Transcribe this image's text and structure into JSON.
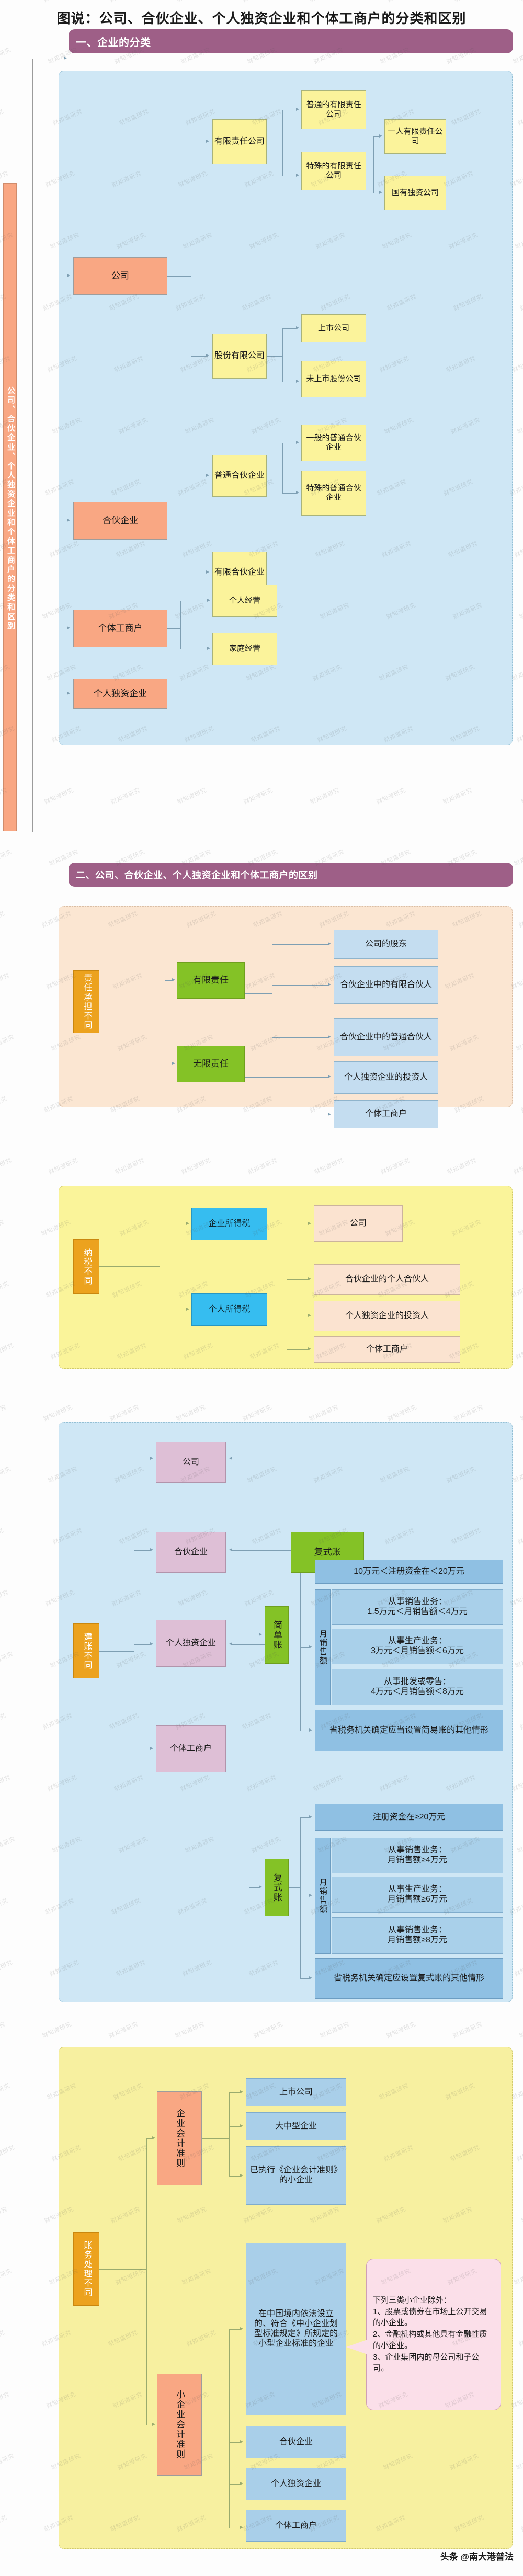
{
  "title": "图说：公司、合伙企业、个人独资企业和个体工商户的分类和区别",
  "credit": "头条 @南大港普法",
  "watermark_text": "财知道研究",
  "side_rail": {
    "label": "公司、合伙企业、个人独资企业和个体工商户的分类和区别"
  },
  "sections": [
    {
      "id": "classification",
      "header": "一、企业的分类",
      "nodes": {
        "company": "公司",
        "llc": "有限责任公司",
        "llc_normal": "普通的有限责任公司",
        "llc_special": "特殊的有限责任公司",
        "llc_one_person": "一人有限责任公司",
        "llc_state_owned": "国有独资公司",
        "joint_stock": "股份有限公司",
        "listed": "上市公司",
        "unlisted": "未上市股份公司",
        "partnership": "合伙企业",
        "general_partnership": "普通合伙企业",
        "gp_general": "一般的普通合伙企业",
        "gp_special": "特殊的普通合伙企业",
        "limited_partnership": "有限合伙企业",
        "individual_business": "个体工商户",
        "ib_personal": "个人经营",
        "ib_family": "家庭经营",
        "sole_proprietorship": "个人独资企业"
      }
    },
    {
      "id": "differences",
      "header": "二、公司、合伙企业、个人独资企业和个体工商户的区别",
      "groups": [
        {
          "id": "liability",
          "title": "责任承担不同",
          "branches": [
            {
              "label": "有限责任",
              "items": [
                "公司的股东",
                "合伙企业中的有限合伙人"
              ]
            },
            {
              "label": "无限责任",
              "items": [
                "合伙企业中的普通合伙人",
                "个人独资企业的投资人",
                "个体工商户"
              ]
            }
          ]
        },
        {
          "id": "tax",
          "title": "纳税不同",
          "branches": [
            {
              "label": "企业所得税",
              "items": [
                "公司"
              ]
            },
            {
              "label": "个人所得税",
              "items": [
                "合伙企业的个人合伙人",
                "个人独资企业的投资人",
                "个体工商户"
              ]
            }
          ]
        },
        {
          "id": "books",
          "title": "建账不同",
          "entities": [
            "公司",
            "合伙企业",
            "个人独资企业"
          ],
          "double_entry_label": "复式账",
          "ib_label": "个体工商户",
          "simple_book": {
            "label": "简单账",
            "capital": "10万元＜注册资金在＜20万元",
            "monthly_sales_label": "月销售额",
            "sales_items": [
              "从事销售业务：\n1.5万元＜月销售额＜4万元",
              "从事生产业务：\n3万元＜月销售额＜6万元",
              "从事批发或零售：\n4万元＜月销售额＜8万元"
            ],
            "other": "省税务机关确定应当设置简易账的其他情形"
          },
          "double_book": {
            "label": "复式账",
            "capital": "注册资金在≥20万元",
            "monthly_sales_label": "月销售额",
            "sales_items": [
              "从事销售业务：\n月销售额≥4万元",
              "从事生产业务：\n月销售额≥6万元",
              "从事销售业务：\n月销售额≥8万元"
            ],
            "other": "省税务机关确定应设置复式账的其他情形"
          }
        },
        {
          "id": "accounting",
          "title": "账务处理不同",
          "branches": [
            {
              "label": "企业会计准则",
              "items": [
                "上市公司",
                "大中型企业",
                "已执行《企业会计准则》的小企业"
              ]
            },
            {
              "label": "小企业会计准则",
              "items": [
                "在中国境内依法设立的、符合《中小企业划型标准规定》所规定的小型企业标准的企业",
                "合伙企业",
                "个人独资企业",
                "个体工商户"
              ]
            }
          ],
          "note": "下列三类小企业除外：\n1、股票或债券在市场上公开交易的小企业。\n2、金融机构或其他具有金融性质的小企业。\n3、企业集团内的母公司和子公司。"
        }
      ]
    }
  ]
}
